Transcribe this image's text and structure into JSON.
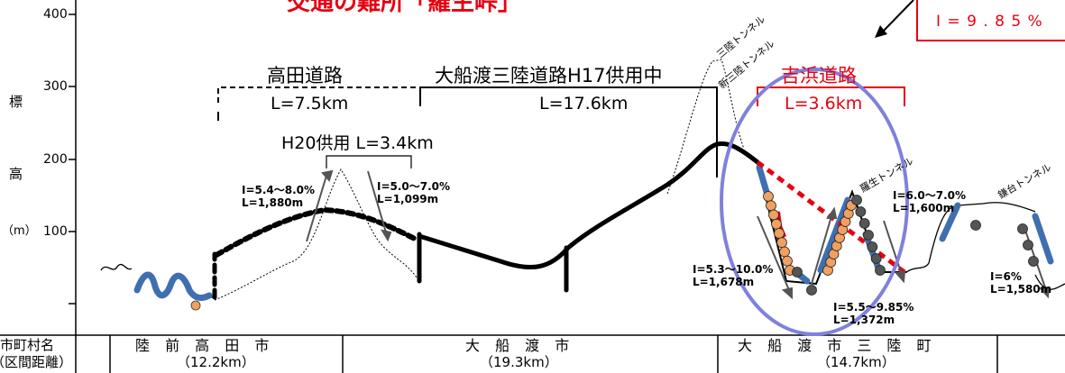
{
  "colors": {
    "accent_red": "#e60012",
    "ellipse_blue": "#8080dd",
    "slope_blue": "#3f6fb0",
    "bead_orange": "#f0a060",
    "bead_gray": "#555555"
  },
  "header": {
    "title": "交通の難所「羅生峠」",
    "callout": "I = 9 . 8 5 %"
  },
  "y_axis": {
    "label_top": "標",
    "label_mid": "高",
    "unit": "（m）",
    "ticks": [
      "400",
      "300",
      "200",
      "100"
    ]
  },
  "roads": {
    "takata": {
      "name": "高田道路",
      "length": "L=7.5km"
    },
    "ofunato": {
      "name": "大船渡三陸道路H17供用中",
      "length": "L=17.6km"
    },
    "yoshihama": {
      "name": "吉浜道路",
      "length": "L=3.6km"
    },
    "h20": {
      "label": "H20供用 L=3.4km"
    }
  },
  "tunnels": {
    "sanriku": "三陸トンネル",
    "shin_sanriku": "新三陸トンネル",
    "rasho": "羅生トンネル",
    "kamadai": "鎌台トンネル"
  },
  "grades": {
    "g1": "I=5.4～8.0%\nL=1,880m",
    "g2": "I=5.0～7.0%\nL=1,099m",
    "g3": "I=5.3～10.0%\nL=1,678m",
    "g4": "I=6.0～7.0%\nL=1,600m",
    "g5": "I=5.5～9.85%\nL=1,372m",
    "g6": "I=6%\nL=1,580m"
  },
  "bottom": {
    "row_label_1": "市町村名",
    "row_label_2": "（区間距離）",
    "sections": [
      {
        "name": "陸 前 高 田 市",
        "km": "（12.2km）"
      },
      {
        "name": "大 船 渡 市",
        "km": "（19.3km）"
      },
      {
        "name": "大 船 渡 市 三 陸 町",
        "km": "（14.7km）"
      }
    ]
  }
}
